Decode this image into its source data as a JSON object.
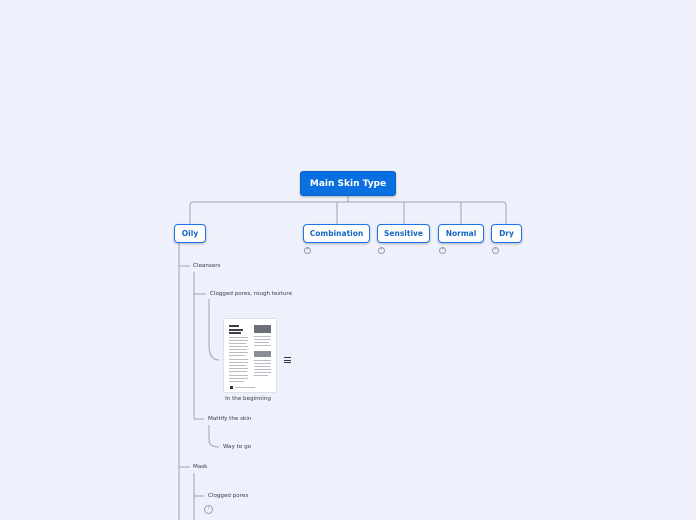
{
  "root": {
    "label": "Main Skin Type"
  },
  "skin_types": [
    {
      "label": "Oily"
    },
    {
      "label": "Combination",
      "badge": "+"
    },
    {
      "label": "Sensitive",
      "badge": "+"
    },
    {
      "label": "Normal",
      "badge": "+"
    },
    {
      "label": "Dry",
      "badge": "∞"
    }
  ],
  "oily_branch": {
    "cleansers": {
      "label": "Cleansers",
      "clogged": {
        "label": "Clogged pores, rough texture"
      },
      "image_caption": "In the beginning",
      "mattify": {
        "label": "Mattify the skin",
        "child": "Way to go"
      }
    },
    "mask": {
      "label": "Mask",
      "clogged": {
        "label": "Clogged pores",
        "badge": "i"
      }
    }
  },
  "colors": {
    "root_fill": "#0a6fe0",
    "node_border": "#1a73e8",
    "background": "#eef0fb",
    "connector": "#9aa3b2"
  }
}
